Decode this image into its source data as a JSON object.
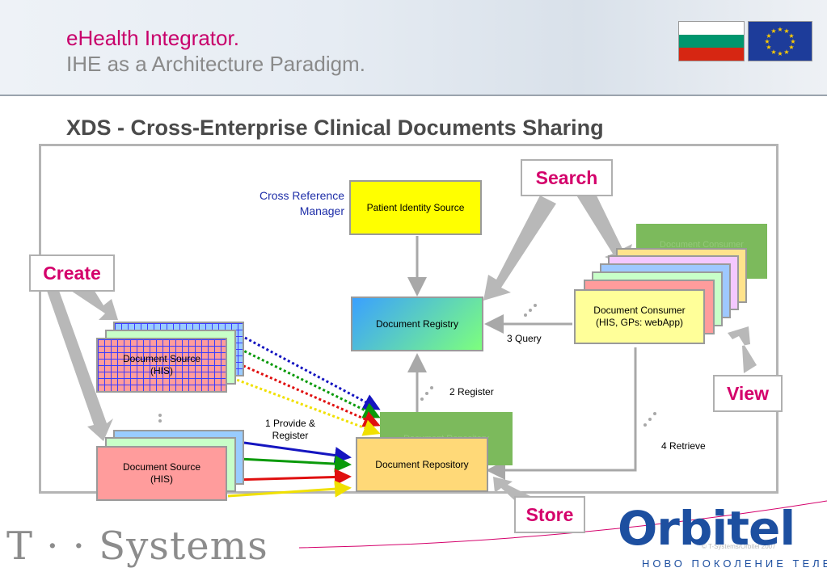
{
  "header": {
    "line1": "eHealth Integrator.",
    "line2": "IHE as a Architecture Paradigm."
  },
  "title": "XDS - Cross-Enterprise Clinical Documents Sharing",
  "diagram": {
    "cross_reference_manager": [
      "Cross Reference",
      "Manager"
    ],
    "patient_identity_source": "Patient Identity Source",
    "document_registry": "Document Registry",
    "document_repository": "Document Repository",
    "document_repository_back": "Document Repository",
    "document_consumer": [
      "Document Consumer",
      "(HIS, GPs: webApp)"
    ],
    "document_consumer_back": "Document Consumer",
    "document_source_top": [
      "Document Source",
      "(HIS)"
    ],
    "document_source_bottom": [
      "Document Source",
      "(HIS)"
    ],
    "callouts": {
      "create": "Create",
      "search": "Search",
      "view": "View",
      "store": "Store"
    },
    "edges": {
      "provide_register": [
        "1 Provide &",
        "Register"
      ],
      "register": "2 Register",
      "query": "3 Query",
      "retrieve": "4 Retrieve"
    },
    "colors": {
      "accent": "#d4006b",
      "xref": "#1e2ea8",
      "yellow_box": "#ffff00",
      "registry_gradient": [
        "#3aa0ff",
        "#7dff7d"
      ]
    }
  },
  "footer": {
    "tsystems": "T · · Systems",
    "orbitel": "Orbitel",
    "orbitel_sub": "НОВО ПОКОЛЕНИЕ ТЕЛЕКОМ",
    "copyright": "© T-Systems/Orbitel 2007"
  }
}
